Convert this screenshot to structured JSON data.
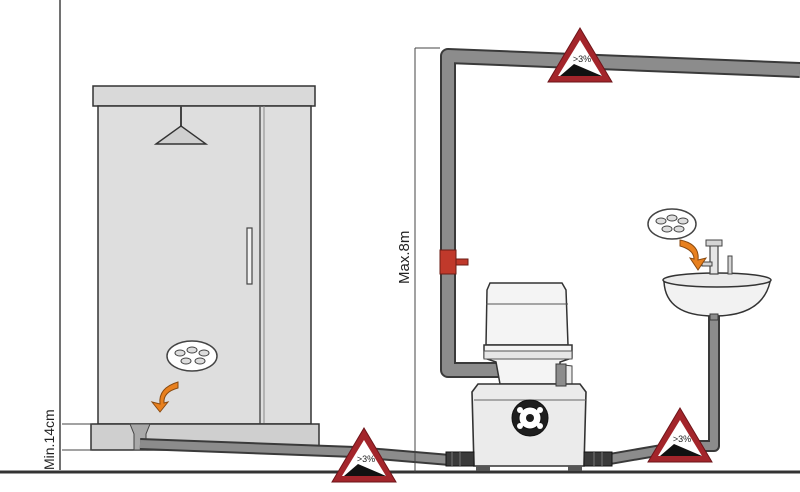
{
  "diagram": {
    "labels": {
      "max_height": "Max.8m",
      "min_height": "Min.14cm",
      "slope_top": ">3%",
      "slope_bottom_left": ">3%",
      "slope_bottom_right": ">3%"
    },
    "icons": {
      "shower_drain": "drain-grate-icon",
      "sink_drain": "drain-grate-icon",
      "arrow": "curved-arrow-icon",
      "warning": "slope-warning-triangle-icon"
    },
    "colors": {
      "pipe_fill": "#8c8c8c",
      "pipe_outline": "#3a3a3a",
      "warning_red": "#a3252b",
      "arrow_orange": "#e8801e",
      "valve_red": "#c0392b",
      "shower_glass": "#dcdcdc",
      "floor": "#444444"
    }
  }
}
